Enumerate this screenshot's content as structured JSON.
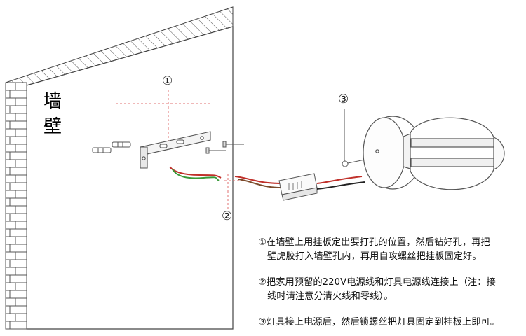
{
  "wall_label": [
    "墙",
    "壁"
  ],
  "markers": [
    "①",
    "②",
    "③"
  ],
  "instructions": [
    {
      "lines": [
        "①在墙壁上用挂板定出要打孔的位置，然后钻好孔，再把",
        "壁虎胶打入墙壁孔内，再用自攻螺丝把挂板固定好。"
      ]
    },
    {
      "lines": [
        "②把家用预留的220V电源线和灯具电源线连接上（注：接",
        "线时请注意分清火线和零线）。"
      ]
    },
    {
      "lines": [
        "③灯具接上电源后，然后锁螺丝把灯具固定到挂板上即可。"
      ]
    }
  ],
  "colors": {
    "line": "#444444",
    "dash": "#e07070",
    "wire_red": "#c0302a",
    "wire_green": "#3a9a3a",
    "wire_brown": "#7a4a2a",
    "wire_black": "#222222"
  }
}
